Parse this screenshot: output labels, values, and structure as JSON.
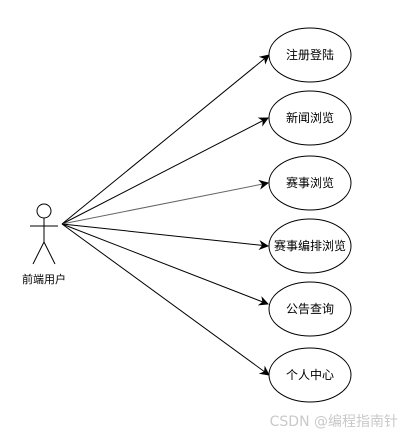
{
  "actor": {
    "label": "前端用户"
  },
  "use_cases": [
    {
      "label": "注册登陆"
    },
    {
      "label": "新闻浏览"
    },
    {
      "label": "赛事浏览"
    },
    {
      "label": "赛事编排浏览"
    },
    {
      "label": "公告查询"
    },
    {
      "label": "个人中心"
    }
  ],
  "watermark": "CSDN @编程指南针",
  "colors": {
    "stroke": "#000000",
    "watermark": "#c9c9c9"
  }
}
